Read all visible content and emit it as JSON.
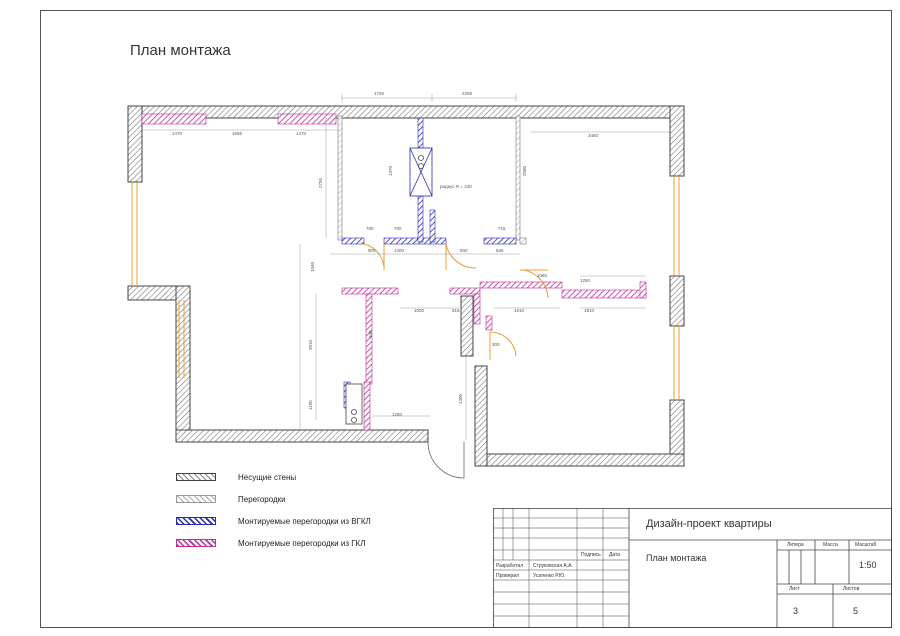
{
  "sheet_title": "План монтажа",
  "legend": [
    {
      "label": "Несущие стены"
    },
    {
      "label": "Перегородки"
    },
    {
      "label": "Монтируемые перегородки из ВГКЛ"
    },
    {
      "label": "Монтируемые перегородки из ГКЛ"
    }
  ],
  "colors": {
    "vgkl": "#2a2ab8",
    "gkl": "#c02a9a",
    "door": "#e8a030",
    "wall": "#555555"
  },
  "plan_labels": {
    "top_dim_1": "1720",
    "top_dim_2": "2205",
    "win_dim_1": "1470",
    "win_dim_2": "1665",
    "win_dim_3": "1470",
    "right_room_dim": "3480",
    "wc_height": "1370",
    "hall_height": "2755",
    "right_room_h": "2580",
    "duct_note": "радиус R = 240",
    "d_700a": "700",
    "d_700b": "700",
    "d_1400": "1400",
    "d_800a": "800",
    "d_800b": "800",
    "d_625": "625",
    "d_715": "715",
    "d_1060": "1060",
    "d_1000": "1000",
    "d_1810a": "1810",
    "d_1810b": "1810",
    "d_1250": "1250",
    "d_1040": "1040",
    "d_2010": "2010",
    "d_1190": "1190",
    "d_1260": "1260",
    "d_1400b": "1400",
    "d_300": "300",
    "d_815": "815",
    "d_930": "930"
  },
  "stamp": {
    "project": "Дизайн-проект квартиры",
    "sheet_name": "План монтажа",
    "col_litera": "Литера",
    "col_massa": "Масса",
    "col_masshtab": "Масштаб",
    "scale": "1:50",
    "col_list": "Лист",
    "col_listov": "Листов",
    "list_no": "3",
    "listov_no": "5",
    "col_podpis": "Подпись",
    "col_data": "Дата",
    "row1_role": "Разработал",
    "row1_name": "Струковская А.А.",
    "row2_role": "Проверил",
    "row2_name": "Усатенко Р.Ю."
  }
}
